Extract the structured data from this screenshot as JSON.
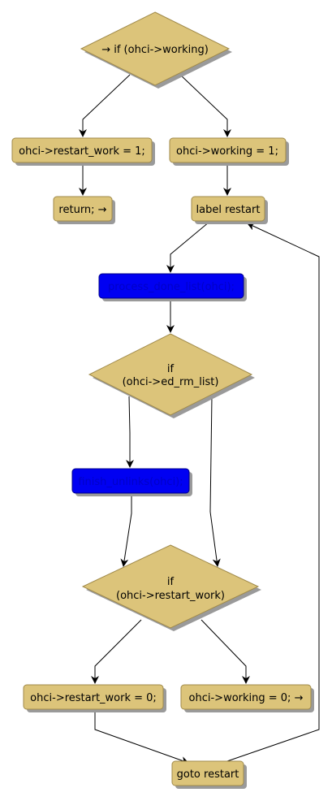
{
  "colors": {
    "box_fill": "#dcc47a",
    "box_stroke": "#a08a4a",
    "blue_fill": "#0000f2",
    "blue_stroke": "#00008a",
    "shadow": "#9a9a9a",
    "edge": "#000000"
  },
  "nodes": {
    "if_working": "→ if (ohci->working)",
    "restart_work_1": "ohci->restart_work = 1;",
    "working_1": "ohci->working = 1;",
    "return": "return; →",
    "label_restart": "label restart",
    "process_done_list": "process_done_list(ohci);",
    "if_ed_rm_list_line1": "if",
    "if_ed_rm_list_line2": "(ohci->ed_rm_list)",
    "finish_unlinks": "finish_unlinks(ohci);",
    "if_restart_work_line1": "if",
    "if_restart_work_line2": "(ohci->restart_work)",
    "restart_work_0": "ohci->restart_work = 0;",
    "working_0": "ohci->working = 0; →",
    "goto_restart": "goto restart"
  }
}
